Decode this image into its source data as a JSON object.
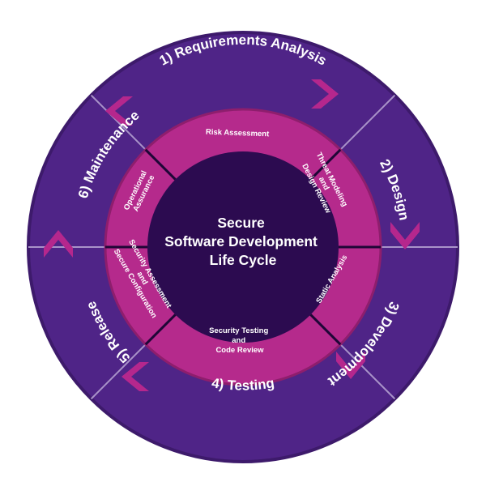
{
  "title": [
    "Secure",
    "Software Development",
    "Life Cycle"
  ],
  "phases": [
    "1) Requirements Analysis",
    "2) Design",
    "3) Development",
    "4) Testing",
    "5) Release",
    "6) Maintenance"
  ],
  "activities": [
    [
      "Risk Assessment"
    ],
    [
      "Threat Modeling",
      "and",
      "Design Review"
    ],
    [
      "Static Analysis"
    ],
    [
      "Security Testing",
      "and",
      "Code Review"
    ],
    [
      "Security Assessment",
      "and",
      "Secure Configuration"
    ],
    [
      "Operational",
      "Assurance"
    ]
  ],
  "colors": {
    "outer_ring": "#4f2487",
    "outer_ring_edge": "#3d1a6b",
    "inner_ring": "#b52a8c",
    "inner_ring_edge": "#8e1e6d",
    "center": "#2c0b50",
    "divider": "#a993c9",
    "chevron": "#b5278d",
    "text": "#ffffff"
  }
}
